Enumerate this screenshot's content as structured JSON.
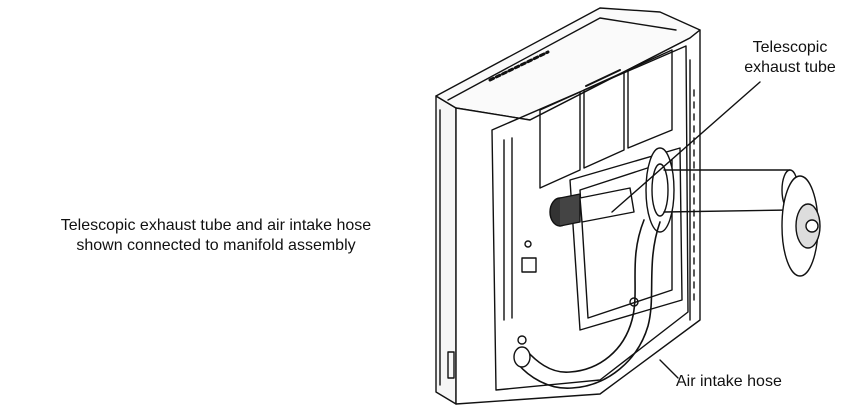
{
  "caption": {
    "line1": "Telescopic exhaust tube and air intake hose",
    "line2": "shown connected to manifold assembly"
  },
  "callouts": {
    "exhaust_tube": {
      "line1": "Telescopic",
      "line2": "exhaust tube"
    },
    "air_intake_hose": "Air intake hose"
  }
}
